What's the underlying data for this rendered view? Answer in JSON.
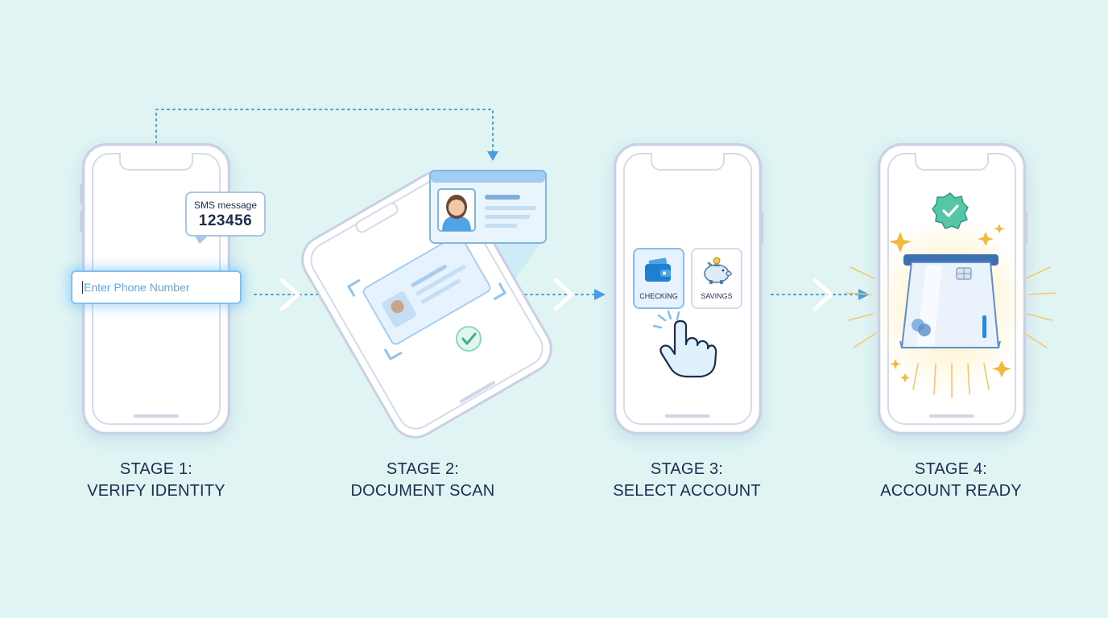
{
  "stages": [
    {
      "title": "STAGE 1:",
      "subtitle": "VERIFY IDENTITY"
    },
    {
      "title": "STAGE 2:",
      "subtitle": "DOCUMENT SCAN"
    },
    {
      "title": "STAGE 3:",
      "subtitle": "SELECT ACCOUNT"
    },
    {
      "title": "STAGE 4:",
      "subtitle": "ACCOUNT READY"
    }
  ],
  "stage1": {
    "input_placeholder": "Enter Phone Number",
    "sms_title": "SMS message",
    "sms_code": "123456"
  },
  "stage3": {
    "checking_label": "CHECKING",
    "savings_label": "SAVINGS"
  },
  "icons": {
    "flow_arrow": "chevron-right-icon",
    "id_card": "id-card-icon",
    "check": "checkmark-icon",
    "wallet": "wallet-icon",
    "piggy": "piggy-bank-icon",
    "hand": "pointing-hand-icon",
    "badge": "verified-badge-icon",
    "card": "credit-card-icon"
  },
  "colors": {
    "background": "#dff4f3",
    "accent": "#4a9de0",
    "text": "#1d2d50",
    "success": "#3fbf9f",
    "sparkle": "#f2b93b"
  }
}
